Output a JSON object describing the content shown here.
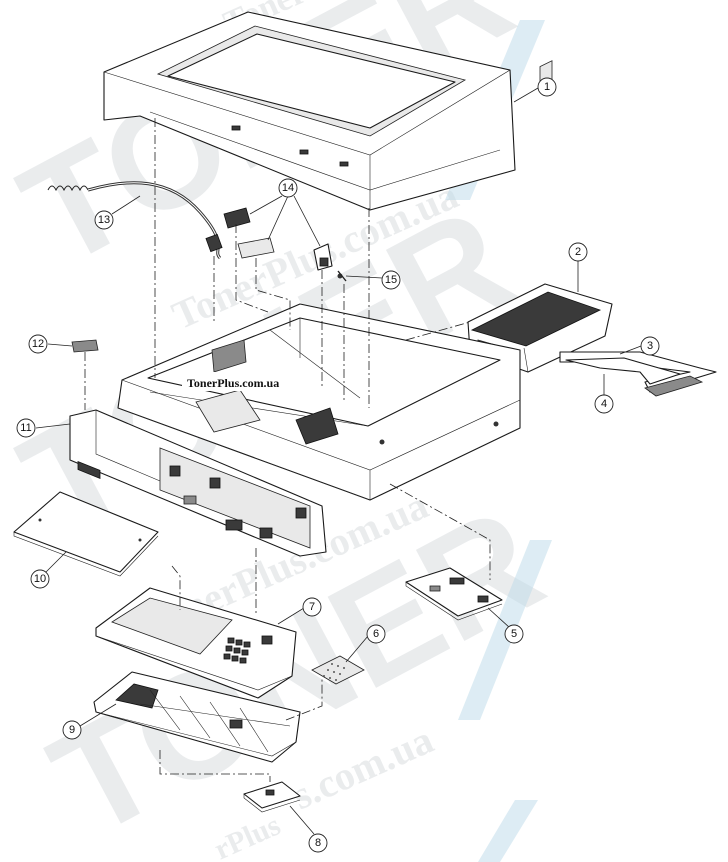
{
  "watermark": {
    "brand_big": "TONER",
    "brand_url": "TonerPlus.com.ua",
    "brand_url_short": "s.com.ua",
    "brand_partial": "TonerPlus",
    "brand_partial_2": "rPlus",
    "stamp": "TonerPlus.com.ua",
    "accent_color": "#bcd9ea"
  },
  "callouts": [
    {
      "id": "1",
      "label": "1"
    },
    {
      "id": "2",
      "label": "2"
    },
    {
      "id": "3",
      "label": "3"
    },
    {
      "id": "4",
      "label": "4"
    },
    {
      "id": "5",
      "label": "5"
    },
    {
      "id": "6",
      "label": "6"
    },
    {
      "id": "7",
      "label": "7"
    },
    {
      "id": "8",
      "label": "8"
    },
    {
      "id": "9",
      "label": "9"
    },
    {
      "id": "10",
      "label": "10"
    },
    {
      "id": "11",
      "label": "11"
    },
    {
      "id": "12",
      "label": "12"
    },
    {
      "id": "13",
      "label": "13"
    },
    {
      "id": "14",
      "label": "14"
    },
    {
      "id": "15",
      "label": "15"
    }
  ]
}
